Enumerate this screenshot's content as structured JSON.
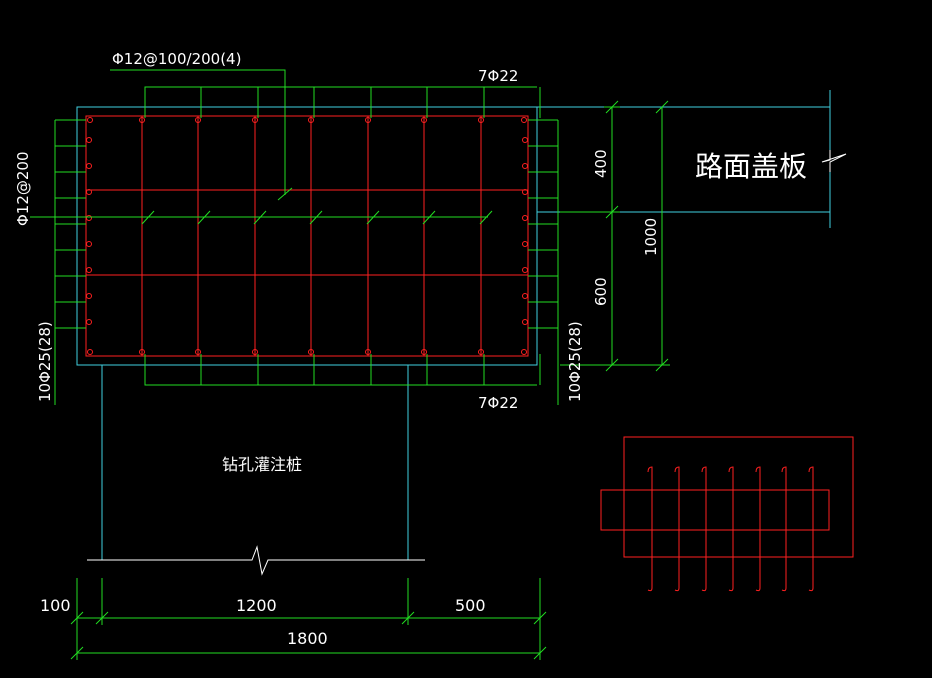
{
  "labels": {
    "stirrup_top": "Φ12@100/200(4)",
    "top_bars": "7Φ22",
    "bottom_bars": "7Φ22",
    "side_stirrup_left": "Φ12@200",
    "side_bars_left": "10Φ25(28)",
    "side_bars_right": "10Φ25(28)",
    "road_slab": "路面盖板",
    "pile": "钻孔灌注桩"
  },
  "dimensions": {
    "d400": "400",
    "d600": "600",
    "d1000": "1000",
    "d100": "100",
    "d1200": "1200",
    "d500": "500",
    "d1800": "1800"
  },
  "colors": {
    "background": "#000000",
    "rebar": "#ff2020",
    "dimension": "#22dd22",
    "outline": "#40d0e0",
    "text": "#ffffff"
  }
}
